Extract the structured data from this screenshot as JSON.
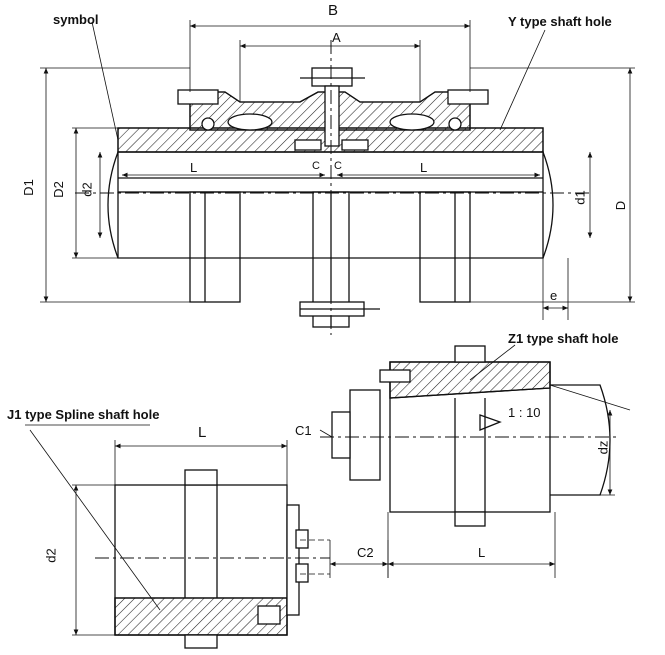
{
  "labels": {
    "symbol": "symbol",
    "y_type": "Y type shaft hole",
    "z1_type": "Z1 type shaft hole",
    "j1_type": "J1 type Spline shaft hole"
  },
  "dims": {
    "B": "B",
    "A": "A",
    "L": "L",
    "C": "C",
    "D": "D",
    "D1": "D1",
    "D2": "D2",
    "d1": "d1",
    "d2": "d2",
    "e": "e",
    "C1": "C1",
    "C2": "C2",
    "dz": "dz",
    "taper": "1 : 10"
  },
  "colors": {
    "line": "#111111",
    "hatch": "#222222",
    "background": "#ffffff"
  }
}
